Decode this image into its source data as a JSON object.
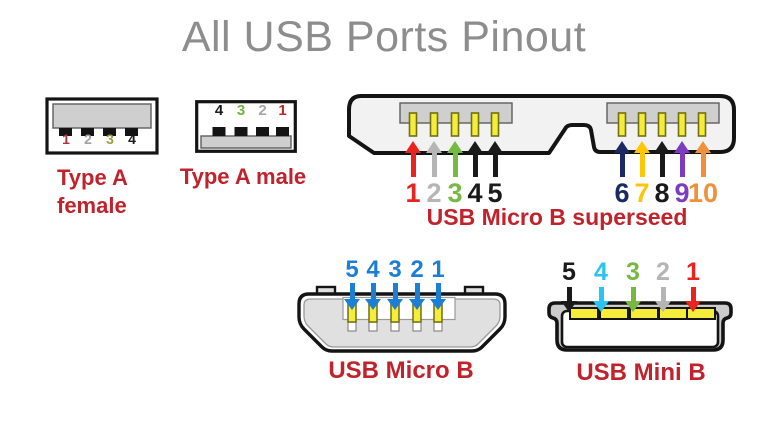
{
  "title": "All USB Ports Pinout",
  "colors": {
    "title-gray": "#8d8d8d",
    "label-red": "#c0232b",
    "outline-black": "#141414",
    "body-fill": "#f2f2f2",
    "tongue-fill": "#cfcfcf",
    "tongue-stroke": "#5e5e5e",
    "pin-yellow": "#f5ec3c",
    "pin-stroke": "#6f6f14",
    "micro-fill": "#e0e0e0",
    "mini-fill": "#cccccc"
  },
  "type_a_female": {
    "label_line1": "Type A",
    "label_line2": "female",
    "pins": [
      {
        "number": "1",
        "color": "#a93439"
      },
      {
        "number": "2",
        "color": "#a3a3a3"
      },
      {
        "number": "3",
        "color": "#9b9b3d"
      },
      {
        "number": "4",
        "color": "#1a1a1a"
      }
    ]
  },
  "type_a_male": {
    "label": "Type A male",
    "pins": [
      {
        "number": "4",
        "color": "#1a1a1a"
      },
      {
        "number": "3",
        "color": "#6fb43f"
      },
      {
        "number": "2",
        "color": "#a8a8a8"
      },
      {
        "number": "1",
        "color": "#c4252b"
      }
    ]
  },
  "micro_b_superspeed": {
    "label": "USB Micro B superseed",
    "left_pins": [
      {
        "number": "1",
        "color": "#e82320"
      },
      {
        "number": "2",
        "color": "#b5b5b5"
      },
      {
        "number": "3",
        "color": "#76b943"
      },
      {
        "number": "4",
        "color": "#1a1a1a"
      },
      {
        "number": "5",
        "color": "#1a1a1a"
      }
    ],
    "right_pins": [
      {
        "number": "6",
        "color": "#1c2a63"
      },
      {
        "number": "7",
        "color": "#fdc608"
      },
      {
        "number": "8",
        "color": "#1a1a1a"
      },
      {
        "number": "9",
        "color": "#7d3bbf"
      },
      {
        "number": "10",
        "color": "#ef913a"
      }
    ]
  },
  "micro_b": {
    "label": "USB Micro B",
    "pins": [
      {
        "number": "5",
        "color": "#1d7ed6"
      },
      {
        "number": "4",
        "color": "#1d7ed6"
      },
      {
        "number": "3",
        "color": "#1d7ed6"
      },
      {
        "number": "2",
        "color": "#1d7ed6"
      },
      {
        "number": "1",
        "color": "#1d7ed6"
      }
    ]
  },
  "mini_b": {
    "label": "USB Mini B",
    "pins": [
      {
        "number": "5",
        "color": "#1a1a1a"
      },
      {
        "number": "4",
        "color": "#29c3f4"
      },
      {
        "number": "3",
        "color": "#77b843"
      },
      {
        "number": "2",
        "color": "#b5b5b5"
      },
      {
        "number": "1",
        "color": "#e82320"
      }
    ]
  }
}
